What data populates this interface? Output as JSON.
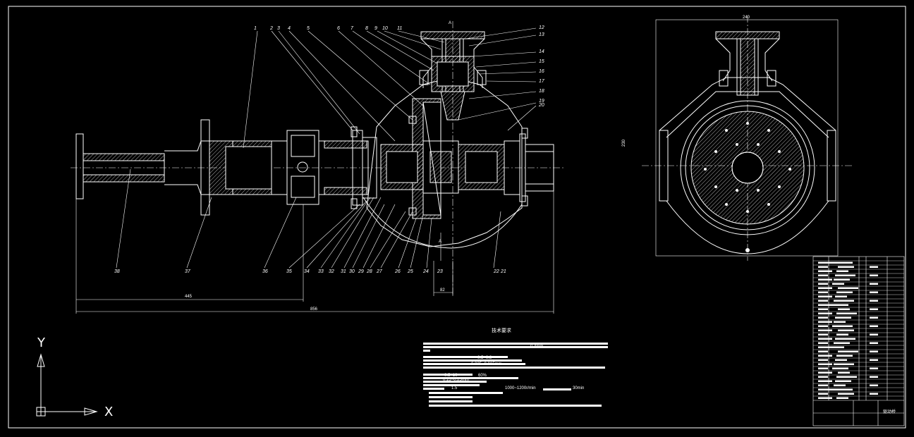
{
  "drawing": {
    "technical_requirements_title": "技术要求",
    "drawing_name": "驱动桥",
    "ucs_x_label": "X",
    "ucs_y_label": "Y"
  },
  "balloons_top": [
    "1",
    "2",
    "3",
    "4",
    "5",
    "6",
    "7",
    "8",
    "9",
    "10",
    "11"
  ],
  "balloons_right": [
    "12",
    "13",
    "14",
    "15",
    "16",
    "17",
    "18",
    "19",
    "20"
  ],
  "balloons_bottom": [
    "38",
    "37",
    "36",
    "35",
    "34",
    "33",
    "32",
    "31",
    "30",
    "29",
    "28",
    "27",
    "26",
    "25",
    "24",
    "23",
    "22",
    "21"
  ],
  "dimensions": {
    "d445": "445",
    "d856": "856",
    "d82": "82",
    "d240": "240",
    "d_side": "230",
    "section_a": "A"
  },
  "requirements_fragments": {
    "r1": "0.4mm",
    "r3": "0.5~0.8",
    "r4": "0.025~0.015mm",
    "r5": "0.5~10",
    "r5b": "60%",
    "r6": "0.15~0.25mm",
    "r8a": "1.5",
    "r8b": "1000~1200r/min",
    "r8c": "30min"
  },
  "colors": {
    "line": "#ffffff",
    "background": "#000000"
  }
}
